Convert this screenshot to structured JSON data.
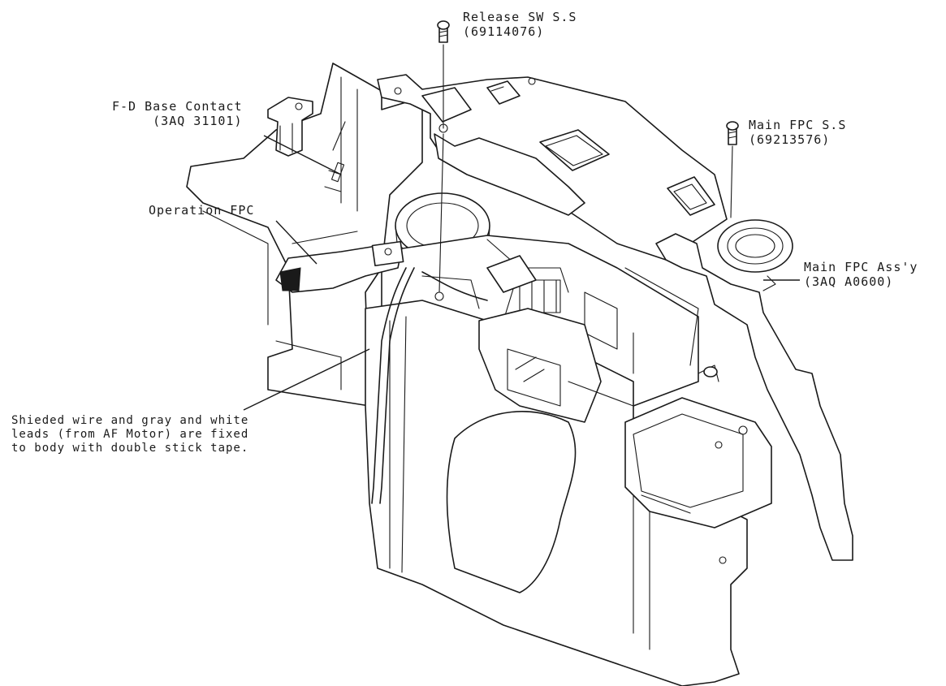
{
  "labels": {
    "release_sw": {
      "name": "Release SW S.S",
      "part_no": "(69114076)"
    },
    "fd_base_contact": {
      "name": "F-D Base Contact",
      "part_no": "(3AQ 31101)"
    },
    "main_fpc_ss": {
      "name": "Main FPC S.S",
      "part_no": "(69213576)"
    },
    "operation_fpc": {
      "name": "Operation FPC"
    },
    "main_fpc_assy": {
      "name": "Main FPC Ass'y",
      "part_no": "(3AQ A0600)"
    },
    "wire_note": {
      "line1": "Shieded wire and gray and white",
      "line2": "leads (from AF Motor) are fixed",
      "line3": "to body with double stick tape."
    }
  }
}
